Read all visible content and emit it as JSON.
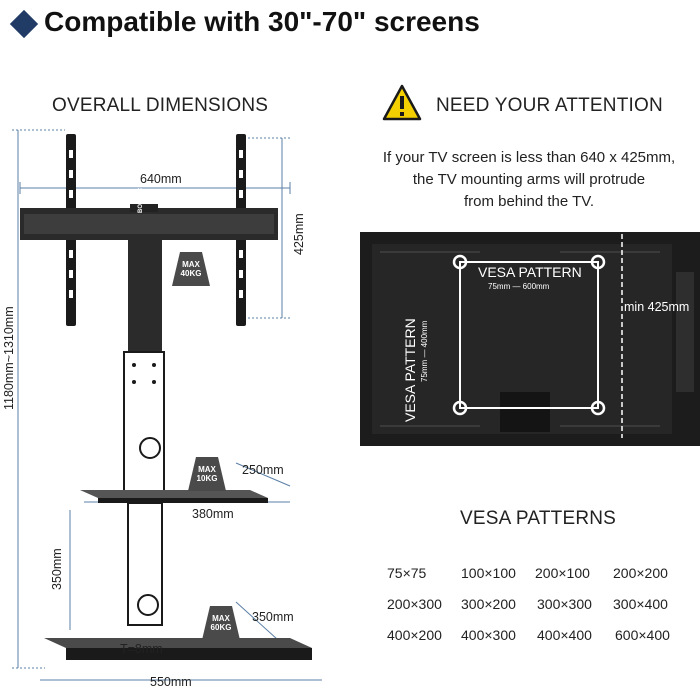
{
  "header": {
    "title": "Compatible with 30\"-70\" screens"
  },
  "dimensions": {
    "heading": "OVERALL DIMENSIONS",
    "width_top": "640mm",
    "height_top": "425mm",
    "height_total": "1180mm~1310mm",
    "shelf_depth": "250mm",
    "shelf_width": "380mm",
    "shelf_height": "350mm",
    "base_depth": "350mm",
    "base_width": "550mm",
    "thickness": "T=8mm",
    "brand": "BONTEC",
    "badge_top": {
      "line1": "MAX",
      "line2": "40KG"
    },
    "badge_shelf": {
      "line1": "MAX",
      "line2": "10KG"
    },
    "badge_base": {
      "line1": "MAX",
      "line2": "60KG"
    }
  },
  "attention": {
    "heading": "NEED YOUR ATTENTION",
    "lines": [
      "If your TV screen is less than 640 x 425mm,",
      "the TV mounting arms will protrude",
      "from behind the TV."
    ]
  },
  "tv": {
    "vesa_label": "VESA PATTERN",
    "h_range": "75mm  —  600mm",
    "v_label": "VESA PATTERN",
    "v_range": "75mm  —  400mm",
    "min_height": "min 425mm"
  },
  "vesa": {
    "heading": "VESA PATTERNS",
    "rows": [
      [
        "75×75",
        "100×100",
        "200×100",
        "200×200"
      ],
      [
        "200×300",
        "300×200",
        "300×300",
        "300×400"
      ],
      [
        "400×200",
        "400×300",
        "400×400",
        "600×400"
      ]
    ]
  },
  "colors": {
    "accent": "#1f3b66",
    "warning": "#f5d000",
    "dim_line": "#5b7fa6"
  }
}
